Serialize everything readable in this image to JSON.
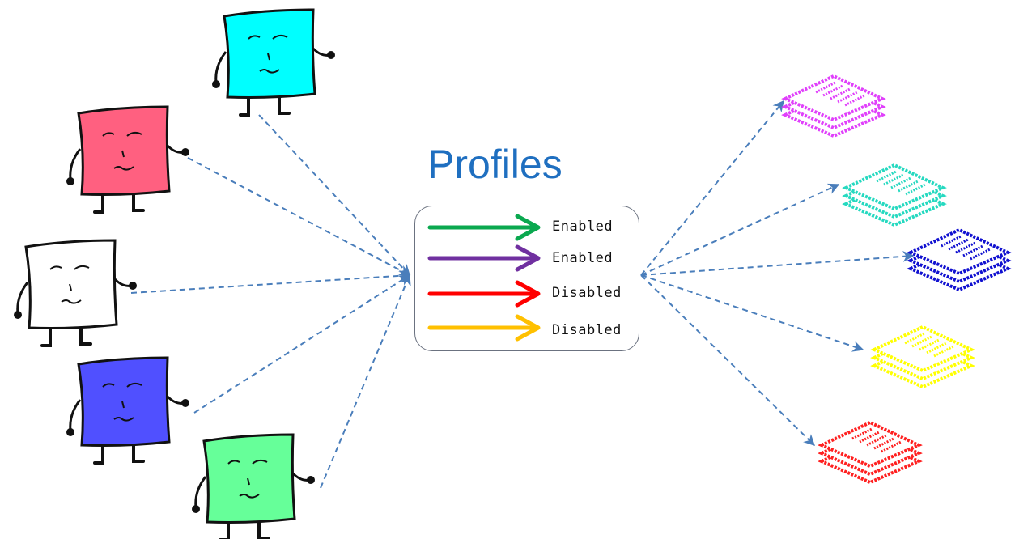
{
  "diagram": {
    "title": "Profiles",
    "profiles": [
      {
        "status": "Enabled",
        "color": "#0aa84f"
      },
      {
        "status": "Enabled",
        "color": "#7030a0"
      },
      {
        "status": "Disabled",
        "color": "#ff0000"
      },
      {
        "status": "Disabled",
        "color": "#ffc000"
      }
    ],
    "characters": [
      {
        "color": "#00ffff"
      },
      {
        "color": "#ff6080"
      },
      {
        "color": "#ffffff"
      },
      {
        "color": "#5050ff"
      },
      {
        "color": "#66ff99"
      }
    ],
    "document_stacks": [
      {
        "color": "#e040fb"
      },
      {
        "color": "#26d9c0"
      },
      {
        "color": "#1010d0"
      },
      {
        "color": "#ffff00"
      },
      {
        "color": "#ff2020"
      }
    ],
    "connector_color": "#4a7ebb"
  }
}
